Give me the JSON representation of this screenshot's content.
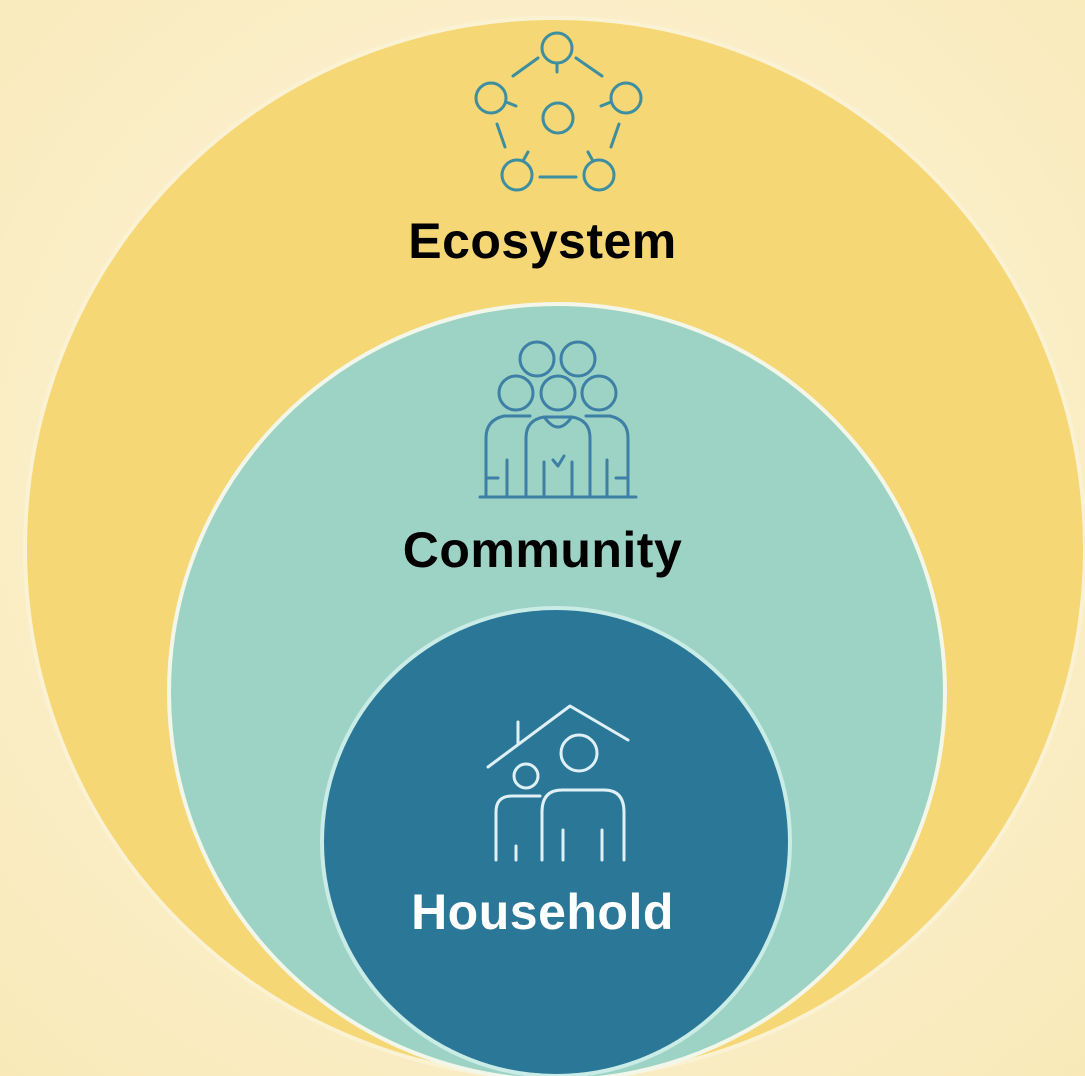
{
  "diagram": {
    "levels": [
      {
        "id": "ecosystem",
        "label": "Ecosystem",
        "icon": "network-icon"
      },
      {
        "id": "community",
        "label": "Community",
        "icon": "group-of-people-icon"
      },
      {
        "id": "household",
        "label": "Household",
        "icon": "family-house-icon"
      }
    ],
    "colors": {
      "background": "#fbf0cf",
      "ecosystem": "#f6d775",
      "community": "#9dd3c5",
      "household": "#2b7798",
      "ecosystem_icon": "#3c8ea0",
      "community_icon": "#3d7fa5",
      "household_icon": "#dff1f6",
      "dark_text": "#000000",
      "light_text": "#ffffff"
    }
  }
}
